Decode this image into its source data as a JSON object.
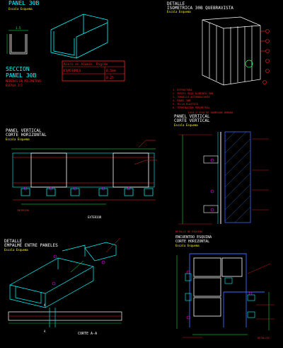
{
  "colors": {
    "background": "#000000",
    "cyan": "#00ffff",
    "white": "#ffffff",
    "yellow": "#ffff00",
    "red": "#ff2020",
    "green": "#00ff44",
    "magenta": "#ff00ff",
    "blue": "#3a6bff",
    "orange": "#ff9900",
    "gray": "#aaaaaa"
  },
  "panel30b": {
    "title": "PANEL 30B",
    "subtitle": "Escala Esquema",
    "dim_label": "1.5"
  },
  "seccion": {
    "line1": "SECCION",
    "line2": "PANEL 30B",
    "line3": "MEDIDAS EN MILIMETROS",
    "line4": "ESCALA 1:1"
  },
  "spec_table": {
    "header": "Acero en Alumin. Rigido",
    "row1_label": "ESPESORES",
    "row1_value": "0.5mm",
    "row2_value": "0.25"
  },
  "detalle_iso": {
    "line1": "DETALLE",
    "line2": "ISOMETRICA 30B QUEBRAVISTA",
    "subtitle": "Escala Esquema",
    "notes": [
      "1. ESTRUCTURA",
      "2. PERFIL GUIA ALUMINIO 30B",
      "3. TORNILLO AUTORROSCANTE",
      "4. PANEL 30B",
      "5. SELLO ELASTICO",
      "6. TERMINACION PERIMETRAL"
    ]
  },
  "panel_vertical_h": {
    "line1": "PANEL VERTICAL",
    "line2": "CORTE HORIZONTAL",
    "subtitle": "Escala Esquema",
    "label_exterior": "EXTERIOR",
    "label_interior": "INTERIOR"
  },
  "panel_vertical_v": {
    "line1": "PANEL VERTICAL",
    "line2": "CORTE VERTICAL",
    "subtitle": "Escala Esquema",
    "top_note": "LOSA O VIGA DE HORMIGON ARMADO"
  },
  "detalle_empalme": {
    "line1": "DETALLE",
    "line2": "EMPALME ENTRE PANELES",
    "subtitle": "Escala Esquema"
  },
  "encuentro": {
    "line1": "ENCUENTRO ESQUINA",
    "line2": "CORTE HORIZONTAL",
    "subtitle": "Escala Esquema",
    "note": "DETALLE DE ESQUINA"
  },
  "corte_aa": {
    "label": "CORTE A-A",
    "marker": "A"
  },
  "footer": {
    "note": "DETALLES"
  }
}
